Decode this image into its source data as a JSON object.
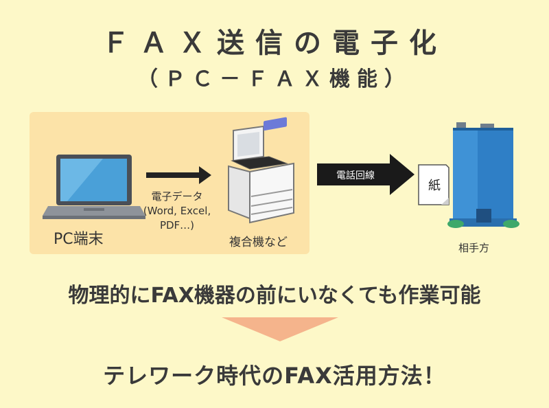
{
  "title": "ＦＡＸ送信の電子化",
  "subtitle": "（ＰＣ－ＦＡＸ機能）",
  "diagram": {
    "pc_label": "PC端末",
    "data_label_lines": [
      "電子データ",
      "(Word, Excel,",
      "PDF…)"
    ],
    "mfp_label": "複合機など",
    "phone_line_label": "電話回線",
    "paper_label": "紙",
    "recipient_label": "相手方"
  },
  "benefit_text": "物理的にFAX機器の前にいなくても作業可能",
  "conclusion_text": "テレワーク時代のFAX活用方法！",
  "colors": {
    "background": "#fdf8c8",
    "panel": "#fce3a8",
    "down_arrow": "#f5b48c",
    "dark": "#222222"
  }
}
